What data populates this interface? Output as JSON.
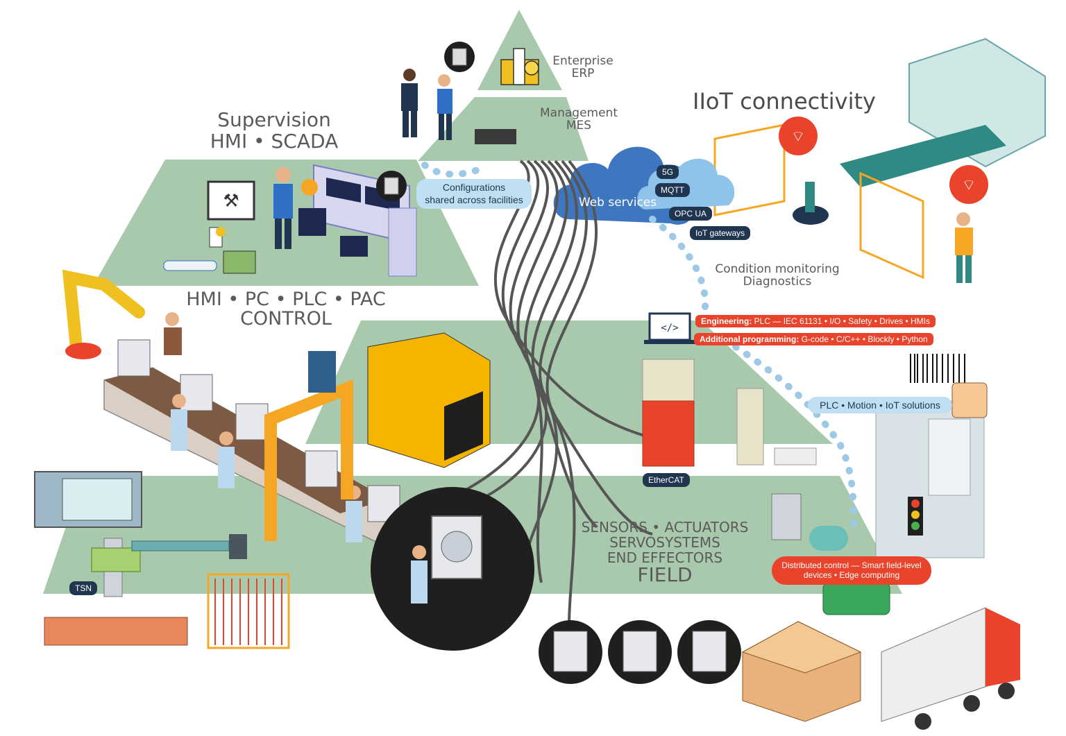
{
  "levels": {
    "enterprise": "Enterprise\nERP",
    "management": "Management\nMES",
    "supervision_title": "Supervision",
    "supervision_sub": "HMI • SCADA",
    "control_line1": "HMI • PC • PLC • PAC",
    "control_line2": "CONTROL",
    "field_line1": "SENSORS • ACTUATORS",
    "field_line2": "SERVOSYSTEMS",
    "field_line3": "END EFFECTORS",
    "field_line4": "FIELD"
  },
  "iiot": {
    "title": "IIoT connectivity",
    "web_services": "Web services",
    "protocols": [
      "5G",
      "MQTT",
      "OPC UA"
    ],
    "gateways": "IoT gateways",
    "condition": "Condition monitoring\nDiagnostics"
  },
  "callouts": {
    "configurations": "Configurations\nshared across facilities",
    "engineering_bold": "Engineering:",
    "engineering_text": " PLC — IEC 61131 • I/O • Safety • Drives • HMIs",
    "additional_bold": "Additional programming:",
    "additional_text": " G-code • C/C++ • Blockly • Python",
    "plc_motion": "PLC • Motion • IoT solutions",
    "ethercat": "EtherCAT",
    "tsn": "TSN",
    "distributed": "Distributed control — Smart field-level devices • Edge computing"
  },
  "colors": {
    "pyramid_green": "#a9c9ad",
    "cable_gray": "#555555",
    "accent_orange": "#f5a623",
    "accent_red": "#e9432b",
    "navy": "#1f3550",
    "light_blue": "#bfe0f3"
  }
}
